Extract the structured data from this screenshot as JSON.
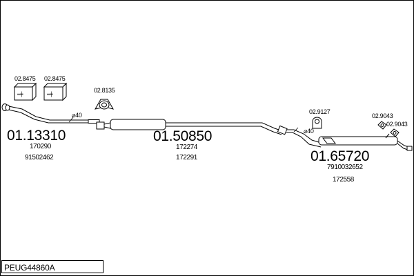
{
  "diagram": {
    "model_code": "PEUG44860A",
    "part_groups": [
      {
        "id": "front",
        "part_number": "01.13310",
        "refs": [
          "170290",
          "91502462"
        ],
        "pipe_diameter": "⌀40"
      },
      {
        "id": "middle",
        "part_number": "01.50850",
        "refs": [
          "172274",
          "172291"
        ]
      },
      {
        "id": "rear",
        "part_number": "01.65720",
        "refs": [
          "7910032652",
          "172558"
        ],
        "pipe_diameter": "⌀40"
      }
    ],
    "accessories": {
      "clamp_kit_1": "02.8475",
      "clamp_kit_2": "02.8475",
      "gasket": "02.8135",
      "rubber_mount_1": "02.9127",
      "rubber_mount_2": "02.9043",
      "rubber_mount_3": "02.9043"
    }
  }
}
